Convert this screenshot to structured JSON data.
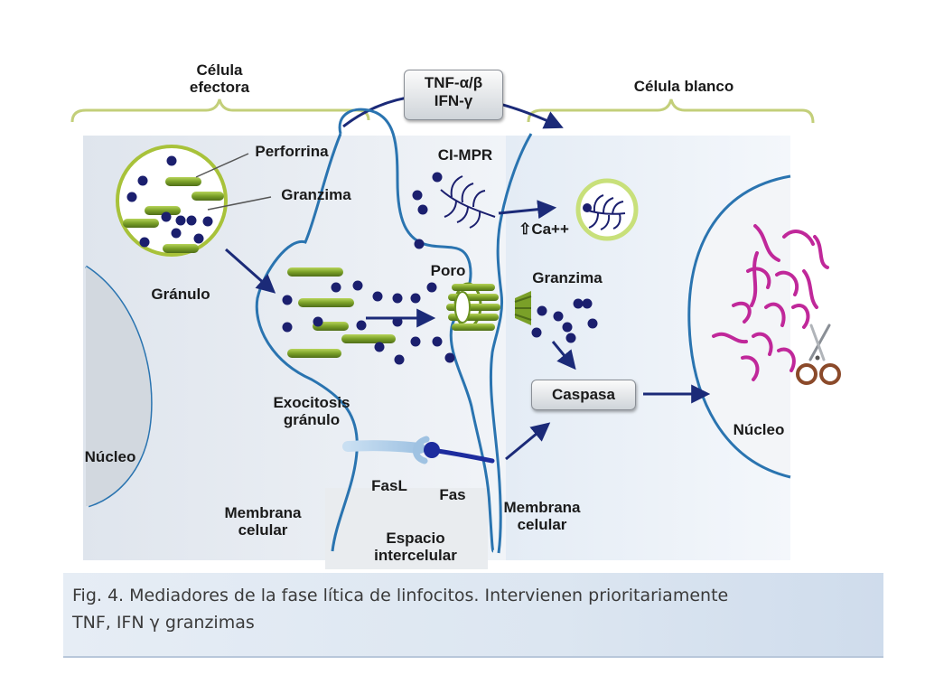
{
  "labels": {
    "effector_cell": [
      "Célula",
      "efectora"
    ],
    "target_cell": "Célula blanco",
    "cytokines": [
      "TNF-α/β",
      "IFN-γ"
    ],
    "perforin": "Perforrina",
    "granzyme_top": "Granzima",
    "granule": "Gránulo",
    "ci_mpr": "CI-MPR",
    "calcium": "⇧Ca++",
    "pore": "Poro",
    "granzyme_right": "Granzima",
    "nucleus_left": "Núcleo",
    "exocytosis": [
      "Exocitosis",
      "gránulo"
    ],
    "caspase": "Caspasa",
    "nucleus_right": "Núcleo",
    "fasl": "FasL",
    "fas": "Fas",
    "membrane_left": [
      "Membrana",
      "celular"
    ],
    "membrane_right": [
      "Membrana",
      "celular"
    ],
    "intercellular_space": [
      "Espacio",
      "intercelular"
    ]
  },
  "caption": {
    "line1": "Fig. 4. Mediadores de la fase lítica de linfocitos. Intervienen prioritariamente",
    "line2": "TNF, IFN γ granzimas"
  },
  "colors": {
    "membrane": "#2a74b0",
    "bracket": "#c3cf7a",
    "granule_outline": "#a8c23a",
    "rod": "#7aa028",
    "dot": "#1b1f6e",
    "arrow": "#1b2a78",
    "chromatin": "#c0289a",
    "cytoplasm": "#e8edf4"
  }
}
